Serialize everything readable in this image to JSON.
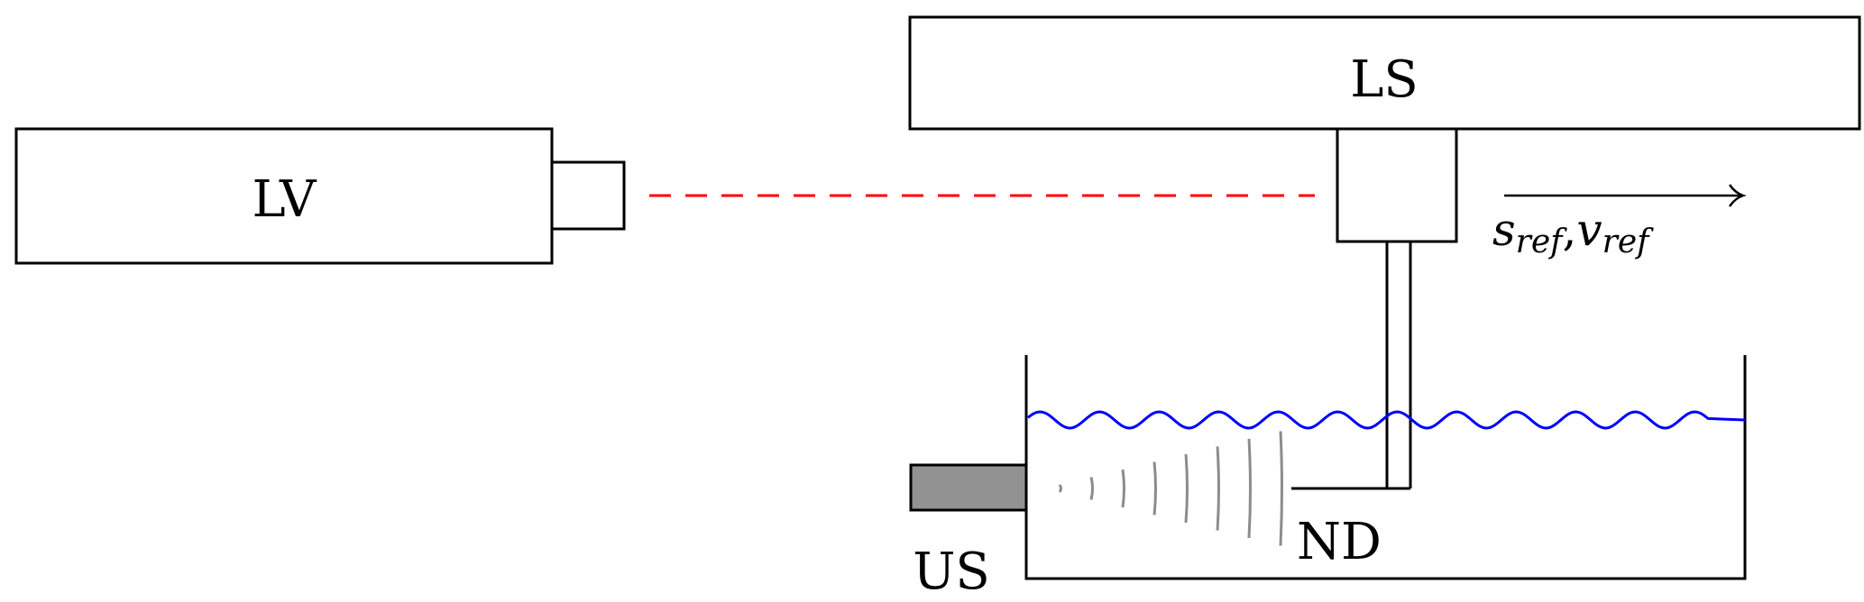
{
  "labels": {
    "ls": "LS",
    "lv": "LV",
    "us": "US",
    "nd": "ND",
    "s_ref": "s",
    "v_ref": "v",
    "ref_sub": "ref",
    "comma": ","
  },
  "colors": {
    "laser_beam": "#ff0000",
    "water_surface": "#0000ff",
    "ultrasound_source": "#929292",
    "sound_waves": "#8c8c8c",
    "lines": "#000000"
  }
}
